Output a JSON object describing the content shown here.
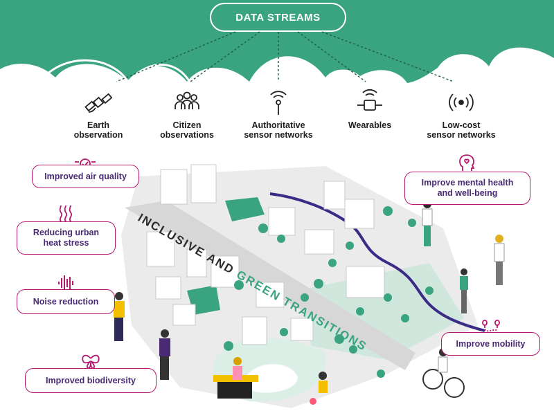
{
  "header": {
    "title": "DATA STREAMS",
    "background_color": "#3aa37f"
  },
  "data_sources": [
    {
      "icon": "satellite-icon",
      "label_line1": "Earth",
      "label_line2": "observation"
    },
    {
      "icon": "people-group-icon",
      "label_line1": "Citizen",
      "label_line2": "observations"
    },
    {
      "icon": "antenna-icon",
      "label_line1": "Authoritative",
      "label_line2": "sensor networks"
    },
    {
      "icon": "smartwatch-icon",
      "label_line1": "Wearables",
      "label_line2": ""
    },
    {
      "icon": "broadcast-sensor-icon",
      "label_line1": "Low-cost",
      "label_line2": "sensor networks"
    }
  ],
  "benefits": [
    {
      "icon": "air-quality-icon",
      "label": "Improved air quality"
    },
    {
      "icon": "heat-waves-icon",
      "label": "Reducing urban heat stress"
    },
    {
      "icon": "sound-wave-icon",
      "label": "Noise reduction"
    },
    {
      "icon": "butterfly-icon",
      "label": "Improved biodiversity"
    },
    {
      "icon": "head-heart-icon",
      "label": "Improve mental health and well-being"
    },
    {
      "icon": "route-pin-icon",
      "label": "Improve mobility"
    }
  ],
  "road_text": {
    "part1": "INCLUSIVE AND ",
    "part2": "GREEN TRANSITIONS"
  },
  "colors": {
    "green": "#3aa37f",
    "magenta": "#b5176e",
    "purple_text": "#4a2a73",
    "river": "#3b2a86"
  }
}
